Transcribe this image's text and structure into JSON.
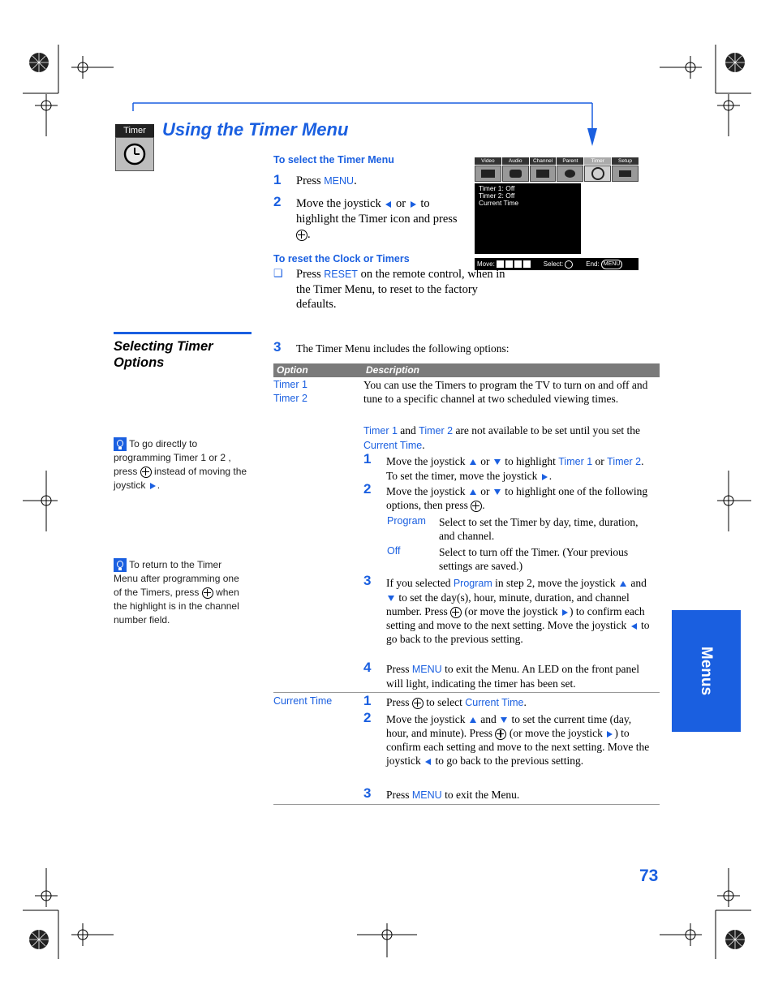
{
  "header": {
    "badge": "Timer",
    "title": "Using the Timer Menu"
  },
  "select_section": {
    "heading": "To select the Timer Menu",
    "step1_num": "1",
    "step1_pre": "Press ",
    "step1_key": "MENU",
    "step1_post": ".",
    "step2_num": "2",
    "step2_a": "Move the joystick",
    "step2_or": "or",
    "step2_b": "to highlight the Timer icon and press",
    "step2_end": "."
  },
  "reset_section": {
    "heading": "To reset the Clock or Timers",
    "bullet": "❑",
    "pre": "Press ",
    "key": "RESET",
    "post": " on the remote control, when in the Timer Menu, to reset to the factory defaults."
  },
  "osd": {
    "tabs": [
      "Video",
      "Audio",
      "Channel",
      "Parent",
      "Timer",
      "Setup"
    ],
    "lines": [
      "Timer 1: Off",
      "Timer 2: Off",
      "Current Time"
    ],
    "move_label": "Move:",
    "select_label": "Select:",
    "end_label": "End:",
    "end_key": "MENU"
  },
  "sidebar": {
    "title_line1": "Selecting Timer",
    "title_line2": "Options",
    "tip1": "To go directly to programming Timer 1 or 2 , press",
    "tip1_b": "instead of moving the joystick",
    "tip1_end": ".",
    "tip2": "To return to the Timer Menu after programming one of the Timers, press",
    "tip2_b": "when the highlight is in the channel number field."
  },
  "intro": {
    "num": "3",
    "text": "The Timer Menu includes the following options:"
  },
  "table": {
    "col_option": "Option",
    "col_description": "Description",
    "row1_opt1": "Timer 1",
    "row1_opt2": "Timer 2",
    "row1_desc": "You can use the Timers to program the TV to turn on and off and tune to a specific channel at two scheduled viewing times.",
    "row1_note_t1": "Timer 1",
    "row1_note_and": " and ",
    "row1_note_t2": "Timer 2",
    "row1_note_mid": " are not available to be set until you set the ",
    "row1_note_ct": "Current Time",
    "row1_note_end": ".",
    "s1_num": "1",
    "s1_a": "Move the joystick",
    "s1_or": "or",
    "s1_b": "to highlight",
    "s1_t1": "Timer 1",
    "s1_or2": "or",
    "s1_t2": "Timer 2",
    "s1_c": ". To set the timer, move the joystick",
    "s1_end": ".",
    "s2_num": "2",
    "s2_a": "Move the joystick",
    "s2_or": "or",
    "s2_b": "to highlight one of the following options, then press",
    "s2_end": ".",
    "opt_program": "Program",
    "opt_program_desc": "Select to set the Timer by day, time, duration, and channel.",
    "opt_off": "Off",
    "opt_off_desc": "Select to turn off the Timer. (Your previous settings are saved.)",
    "s3_num": "3",
    "s3_a": "If you selected",
    "s3_prog": "Program",
    "s3_b": "in step 2, move the joystick",
    "s3_and": "and",
    "s3_c": "to set the day(s), hour, minute, duration, and channel number. Press",
    "s3_d": "(or move the joystick",
    "s3_e": ") to confirm each setting and move to the next setting. Move the joystick",
    "s3_f": "to go back to the previous setting.",
    "s4_num": "4",
    "s4_pre": "Press",
    "s4_key": "MENU",
    "s4_post": "to exit the Menu. An LED on the front panel will light, indicating the timer has been set.",
    "row2_opt": "Current Time",
    "c1_num": "1",
    "c1_pre": "Press",
    "c1_mid": "to select",
    "c1_ct": "Current Time",
    "c1_end": ".",
    "c2_num": "2",
    "c2_a": "Move the joystick",
    "c2_and": "and",
    "c2_b": "to set the current time (day, hour, and minute). Press",
    "c2_c": "(or move the joystick",
    "c2_d": ") to confirm each setting and move to the next setting. Move the joystick",
    "c2_e": "to go back to the previous setting.",
    "c3_num": "3",
    "c3_pre": "Press",
    "c3_key": "MENU",
    "c3_post": "to exit the Menu."
  },
  "side_tab": "Menus",
  "page_number": "73",
  "colors": {
    "accent": "#1a5fe0",
    "header_bar": "#7a7a7a"
  }
}
